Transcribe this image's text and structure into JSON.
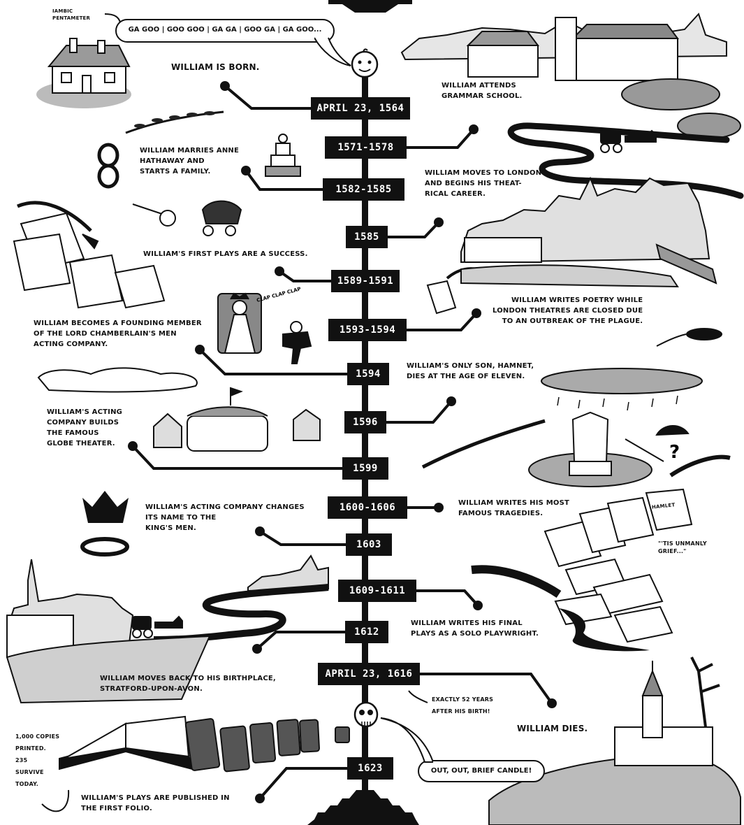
{
  "meter_note": "IAMBIC\nPENTAMETER",
  "speech_top": "GA GOO | GOO GOO | GA GA | GOO GA | GA GOO...",
  "speech_bottom": "OUT, OUT, BRIEF CANDLE!",
  "folio_note": "1,000 COPIES\nPRINTED.\n235\nSURVIVE\nTODAY.",
  "play_scraps": {
    "hamlet_scroll": "HAMLET",
    "quote": "\"'TIS UNMANLY\nGRIEF...\""
  },
  "timeline": [
    {
      "date": "APRIL 23, 1564",
      "event": "WILLIAM IS BORN."
    },
    {
      "date": "1571-1578",
      "event": "WILLIAM ATTENDS\nGRAMMAR SCHOOL."
    },
    {
      "date": "1582-1585",
      "event": "WILLIAM MARRIES ANNE\nHATHAWAY AND\nSTARTS A FAMILY."
    },
    {
      "date": "1585",
      "event": "WILLIAM MOVES TO LONDON\nAND BEGINS HIS THEAT-\nRICAL CAREER."
    },
    {
      "date": "1589-1591",
      "event": "WILLIAM'S FIRST PLAYS ARE A SUCCESS."
    },
    {
      "date": "1593-1594",
      "event": "WILLIAM WRITES POETRY WHILE\nLONDON THEATRES ARE CLOSED DUE\nTO AN OUTBREAK OF THE PLAGUE."
    },
    {
      "date": "1594",
      "event": "WILLIAM BECOMES A FOUNDING MEMBER\nOF THE LORD CHAMBERLAIN'S MEN\nACTING COMPANY."
    },
    {
      "date": "1596",
      "event": "WILLIAM'S ONLY SON, HAMNET,\nDIES AT THE AGE OF ELEVEN."
    },
    {
      "date": "1599",
      "event": "WILLIAM'S ACTING\nCOMPANY BUILDS\nTHE FAMOUS\nGLOBE THEATER."
    },
    {
      "date": "1600-1606",
      "event": "WILLIAM WRITES HIS MOST\nFAMOUS TRAGEDIES."
    },
    {
      "date": "1603",
      "event": "WILLIAM'S ACTING COMPANY CHANGES\nITS NAME TO THE\nKING'S MEN."
    },
    {
      "date": "1609-1611",
      "event": "WILLIAM WRITES HIS FINAL\nPLAYS AS A SOLO PLAYWRIGHT."
    },
    {
      "date": "1612",
      "event": "WILLIAM MOVES BACK TO HIS BIRTHPLACE,\nSTRATFORD-UPON-AVON."
    },
    {
      "date": "APRIL 23, 1616",
      "event": "WILLIAM DIES.",
      "note": "EXACTLY 52 YEARS\nAFTER HIS BIRTH!"
    },
    {
      "date": "1623",
      "event": "WILLIAM'S PLAYS ARE PUBLISHED IN\nTHE FIRST FOLIO."
    }
  ]
}
